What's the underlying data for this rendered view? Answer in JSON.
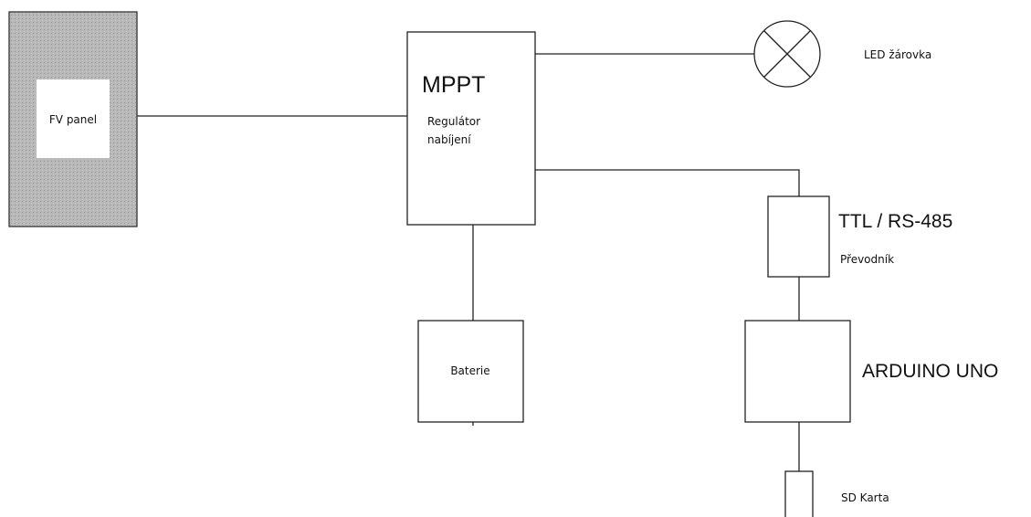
{
  "diagram": {
    "fv_panel": {
      "label": "FV panel"
    },
    "mppt": {
      "title": "MPPT",
      "line1": "Regulátor",
      "line2": "nabíjení"
    },
    "led": {
      "label": "LED žárovka"
    },
    "converter": {
      "title": "TTL / RS-485",
      "subtitle": "Převodník"
    },
    "battery": {
      "label": "Baterie"
    },
    "arduino": {
      "label": "ARDUINO UNO"
    },
    "sd_card": {
      "label": "SD Karta"
    }
  },
  "colors": {
    "panel_frame": "#b3b3b3",
    "line": "#222222",
    "background": "#ffffff"
  }
}
